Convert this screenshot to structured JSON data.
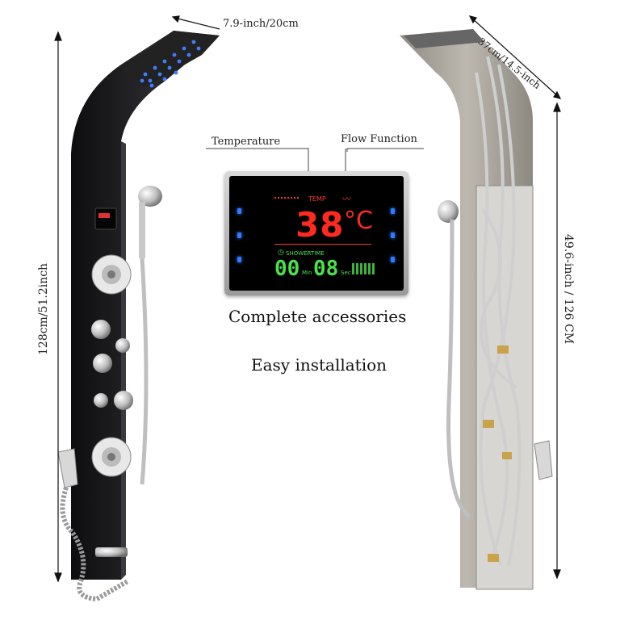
{
  "dimensions": {
    "top_left": "7.9-inch/20cm",
    "top_right": "37cm/14.5-inch",
    "left_height": "128cm/51.2inch",
    "right_height": "49.6-inch / 126 CM"
  },
  "callouts": {
    "temperature": "Temperature",
    "flow": "Flow Function"
  },
  "lcd": {
    "temp_value": "38",
    "temp_unit": "°C",
    "temp_label": "TEMP",
    "shower_time_label": "SHOWERTIME",
    "minutes": "00",
    "min_label": "Min",
    "seconds": "08",
    "sec_label": "Sec"
  },
  "captions": {
    "accessories": "Complete accessories",
    "installation": "Easy installation"
  },
  "colors": {
    "lcd_red": "#ff2a1f",
    "lcd_green": "#49e24c",
    "led_blue": "#2f7bff",
    "black_panel": "#1b1b1d",
    "steel_panel": "#a8a39c"
  }
}
